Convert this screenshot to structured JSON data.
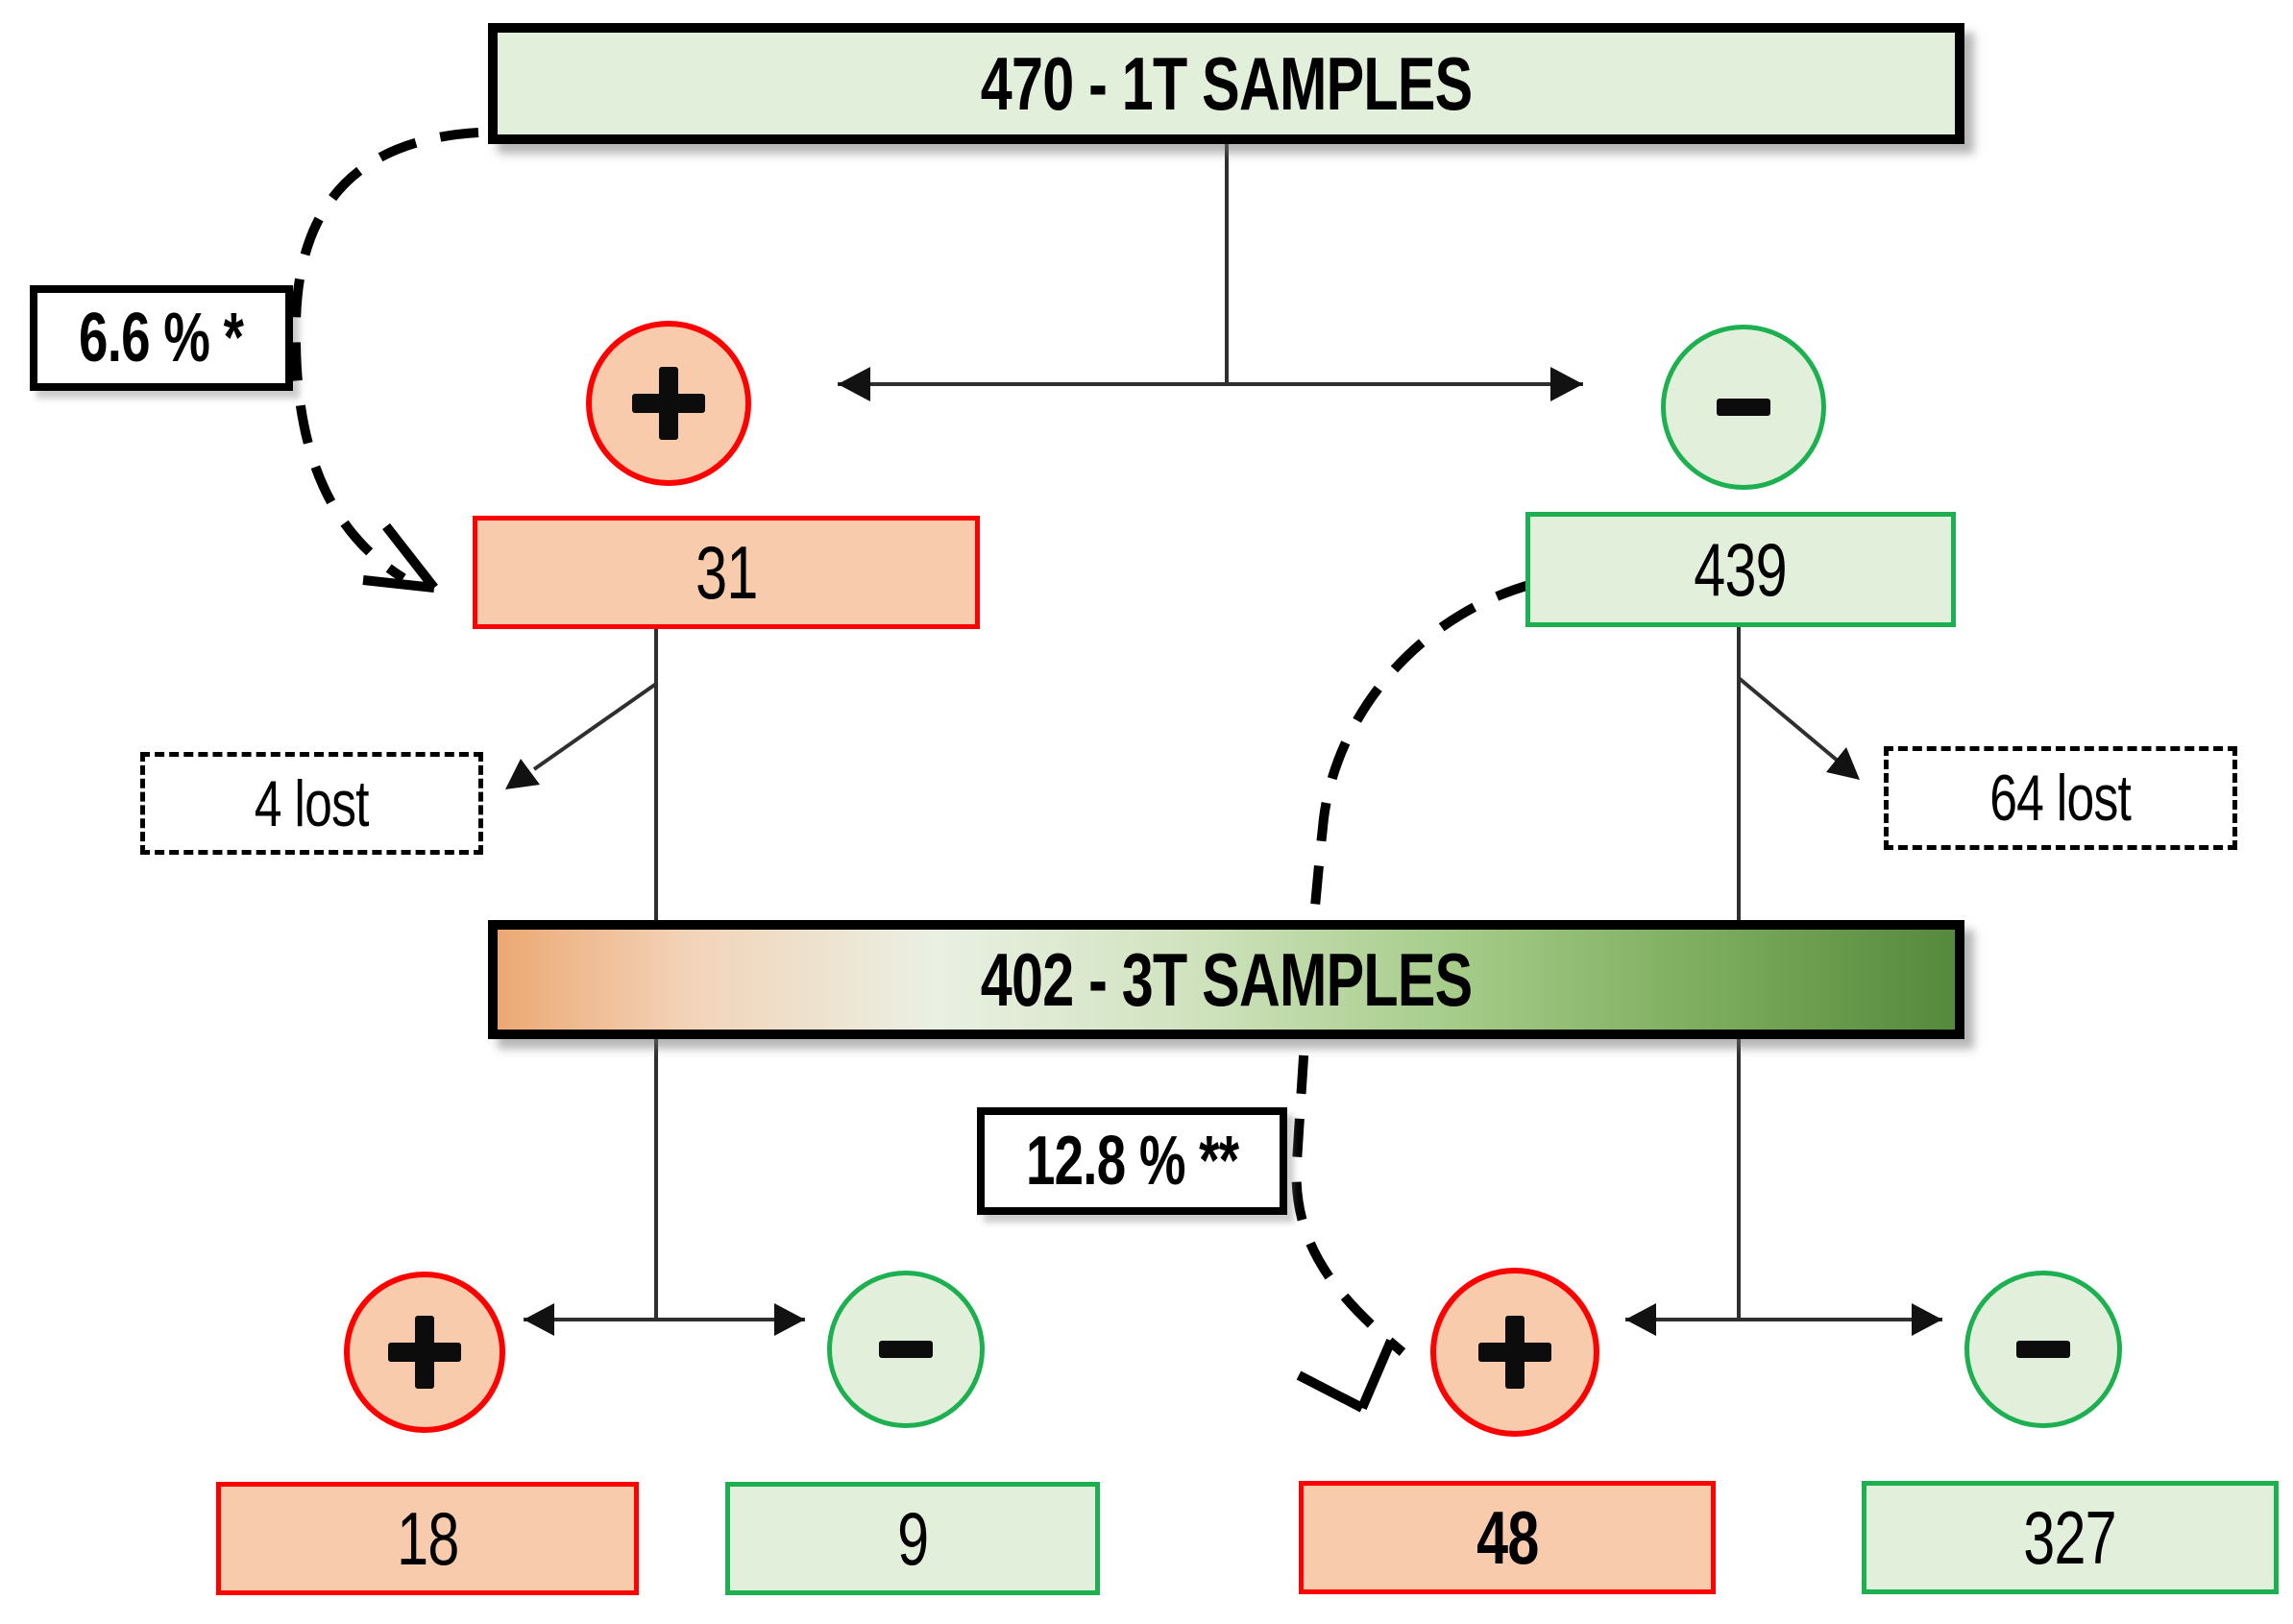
{
  "flowchart": {
    "nodes": {
      "root": "470 - 1T SAMPLES",
      "timepoint3": "402 - 3T SAMPLES",
      "t1_positive": "31",
      "t1_negative": "439",
      "t1_lost_positive": "4 lost",
      "t1_lost_negative": "64 lost",
      "t3_left_positive": "18",
      "t3_left_negative": "9",
      "t3_right_positive": "48",
      "t3_right_negative": "327"
    },
    "annotations": {
      "t1_positive_rate": "6.6 % *",
      "t3_conversion_rate": "12.8 % **"
    },
    "signs": {
      "plus_icon": "+",
      "minus_icon": "-"
    },
    "colors": {
      "positive_fill": "#f8cbad",
      "positive_border": "#ff0000",
      "negative_fill": "#e2efda",
      "negative_border": "#1db050",
      "root_fill": "#e2efda",
      "outline": "#000000",
      "gradient_left": "#eca873",
      "gradient_mid": "#eaf0e3",
      "gradient_right": "#55893c",
      "connector": "#2f2f2f"
    }
  }
}
